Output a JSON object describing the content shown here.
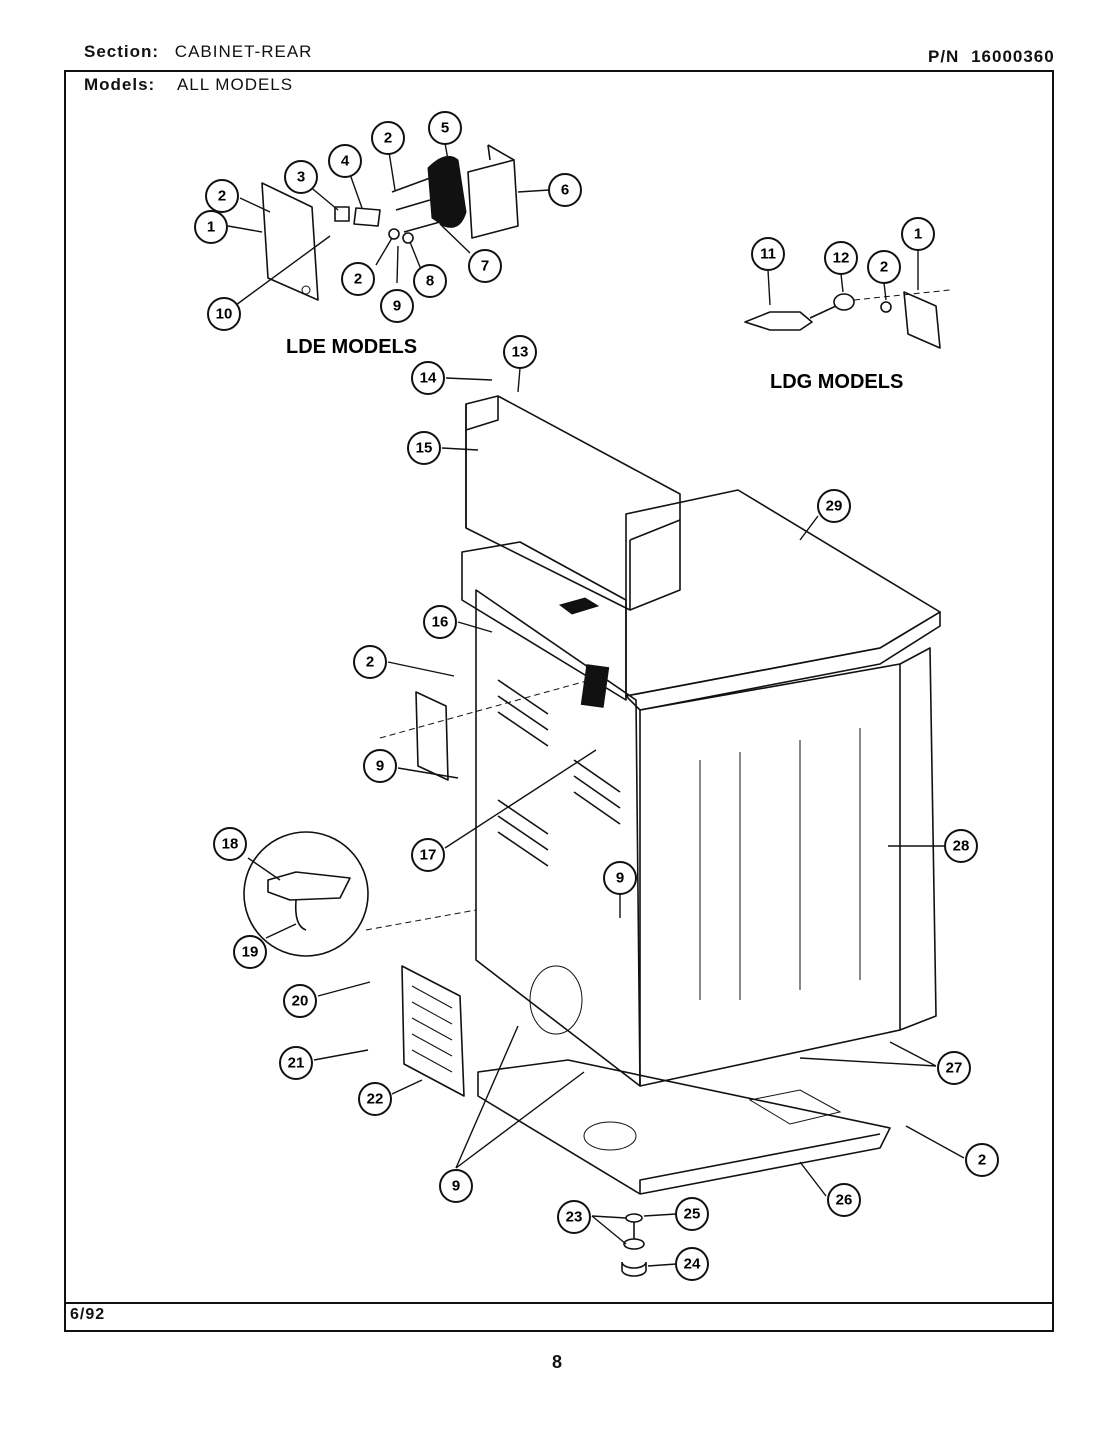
{
  "header": {
    "section_label": "Section:",
    "section_value": "CABINET-REAR",
    "pn_label": "P/N",
    "pn_value": "16000360",
    "models_label": "Models:",
    "models_value": "ALL MODELS"
  },
  "groups": {
    "lde": "LDE MODELS",
    "ldg": "LDG MODELS"
  },
  "callouts": {
    "c1a": "1",
    "c2a": "2",
    "c2b": "2",
    "c2c": "2",
    "c3": "3",
    "c4": "4",
    "c5": "5",
    "c6": "6",
    "c7": "7",
    "c8": "8",
    "c9a": "9",
    "c10": "10",
    "c11": "11",
    "c12": "12",
    "c2d": "2",
    "c1b": "1",
    "c13": "13",
    "c14": "14",
    "c15": "15",
    "c29": "29",
    "c16": "16",
    "c2e": "2",
    "c9b": "9",
    "c17": "17",
    "c28": "28",
    "c18": "18",
    "c19": "19",
    "c9c": "9",
    "c20": "20",
    "c21": "21",
    "c22": "22",
    "c27": "27",
    "c2f": "2",
    "c9d": "9",
    "c26": "26",
    "c23": "23",
    "c25": "25",
    "c24": "24"
  },
  "footer": {
    "date": "6/92",
    "page_number": "8"
  }
}
